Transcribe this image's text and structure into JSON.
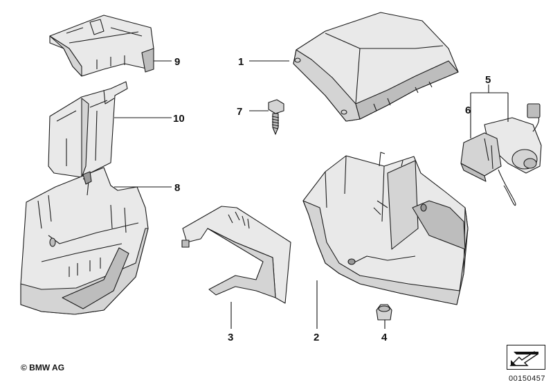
{
  "callouts": {
    "c1": "1",
    "c2": "2",
    "c3": "3",
    "c4": "4",
    "c5": "5",
    "c6": "6",
    "c7": "7",
    "c8": "8",
    "c9": "9",
    "c10": "10"
  },
  "footer": {
    "copyright": "© BMW AG",
    "doc_number": "00150457"
  },
  "icons": {
    "corner_badge": "arrow-badge-icon"
  }
}
